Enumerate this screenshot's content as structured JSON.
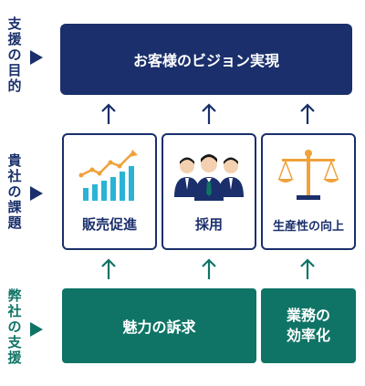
{
  "sections": {
    "purpose": {
      "label": [
        "支",
        "援",
        "の",
        "目",
        "的"
      ],
      "color": "#1a2f6b"
    },
    "issues": {
      "label": [
        "貴",
        "社",
        "の",
        "課",
        "題"
      ],
      "color": "#1a2f6b"
    },
    "support": {
      "label": [
        "弊",
        "社",
        "の",
        "支",
        "援"
      ],
      "color": "#0f7466"
    }
  },
  "goal": {
    "text": "お客様のビジョン実現"
  },
  "issues": [
    {
      "label": "販売促進",
      "icon": "growth-chart-icon"
    },
    {
      "label": "採用",
      "icon": "people-icon"
    },
    {
      "label": "生産性の向上",
      "icon": "scale-icon"
    }
  ],
  "support_boxes": [
    {
      "text": "魅力の訴求"
    },
    {
      "line1": "業務の",
      "line2": "効率化"
    }
  ],
  "colors": {
    "navy": "#1a2f6b",
    "green": "#0f7466",
    "orange": "#f0a13a",
    "cyan": "#2bb3d6"
  }
}
